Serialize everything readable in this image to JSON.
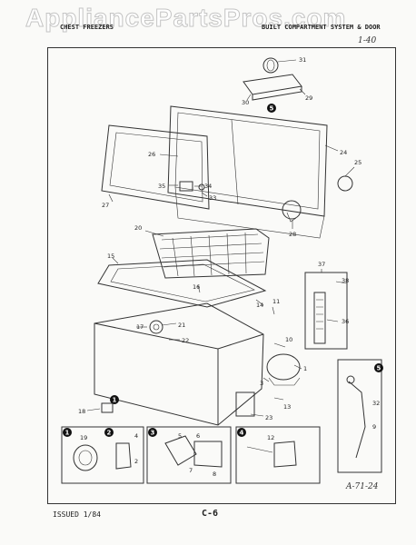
{
  "watermark": "AppliancePartsPros.com",
  "header": {
    "left": "CHEST FREEZERS",
    "right": "BUILT COMPARTMENT SYSTEM & DOOR"
  },
  "page_ref": "1-40",
  "footer": {
    "issued": "ISSUED 1/84",
    "page": "C-6",
    "signature": "A-71-24"
  },
  "part_numbers": [
    "31",
    "30",
    "29",
    "24",
    "25",
    "26",
    "34",
    "35",
    "33",
    "27",
    "28",
    "20",
    "15",
    "16",
    "14",
    "37",
    "38",
    "11",
    "36",
    "17",
    "21",
    "22",
    "10",
    "1",
    "3",
    "18",
    "13",
    "23",
    "19",
    "4",
    "2",
    "5",
    "6",
    "7",
    "8",
    "12",
    "32",
    "9"
  ],
  "callout_badges": [
    "1",
    "2",
    "3",
    "4",
    "5"
  ],
  "colors": {
    "ink": "#222222",
    "paper": "#fafaf8",
    "badge": "#111111"
  }
}
